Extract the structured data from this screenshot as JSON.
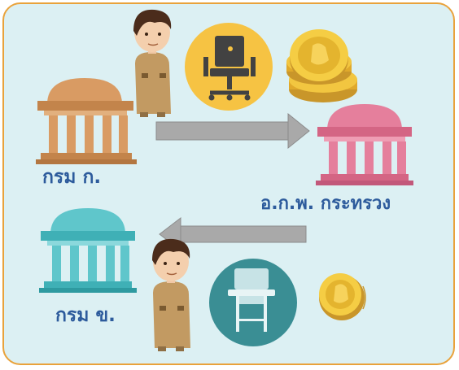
{
  "labels": {
    "department_a": "กรม ก.",
    "ocsc_ministry": "อ.ก.พ. กระทรวง",
    "department_b": "กรม ข."
  },
  "icons": {
    "building_a": "building-icon",
    "building_ministry": "building-icon",
    "building_b": "building-icon",
    "officer_top": "civil-servant-icon",
    "officer_bottom": "civil-servant-icon",
    "office_chair": "office-chair-icon",
    "school_chair": "desk-chair-icon",
    "coins": "coin-stack-icon",
    "single_coin": "coin-icon",
    "arrow_right": "arrow-right-icon",
    "arrow_left": "arrow-left-icon"
  },
  "colors": {
    "background": "#dcf0f3",
    "border": "#e9a23b",
    "text": "#2d5b9c",
    "building_a": "#d99b63",
    "building_ministry": "#e57f9c",
    "building_b": "#5fc6cb",
    "chair_circle_top": "#f6c343",
    "chair_circle_bottom": "#3a8e94",
    "coin": "#e8b92c",
    "arrow": "#a9a9a9"
  }
}
